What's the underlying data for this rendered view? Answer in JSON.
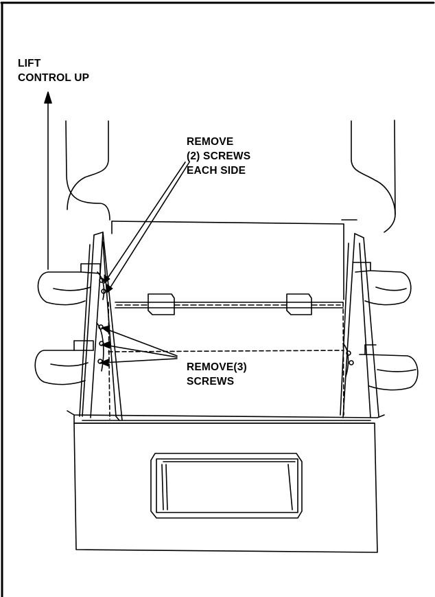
{
  "callouts": {
    "lift_control": [
      "LIFT",
      "CONTROL UP"
    ],
    "remove_side_screws": [
      "REMOVE",
      "(2) SCREWS",
      "EACH SIDE"
    ],
    "remove_front_screws": [
      "REMOVE(3)",
      "SCREWS"
    ]
  },
  "colors": {
    "line": "#000000",
    "background": "#ffffff"
  }
}
